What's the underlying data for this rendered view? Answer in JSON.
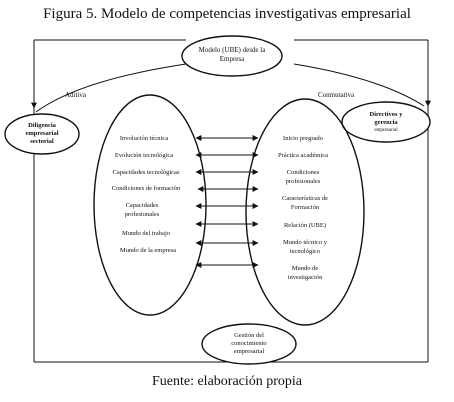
{
  "title": "Figura 5. Modelo de competencias investigativas empresarial",
  "top_node": [
    "Modelo (UBE) desde la",
    "Empresa"
  ],
  "left_node": [
    "Diligencia",
    "empresarial",
    "sectorial"
  ],
  "right_node": [
    "Directivos y",
    "gerencia",
    "empresarial"
  ],
  "bottom_node": [
    "Gestión del",
    "conocimiento",
    "empresarial"
  ],
  "label_left_arc": "Aditiva",
  "label_right_arc": "Conmutativa",
  "left_items": [
    [
      "Involución técnica"
    ],
    [
      "Evolución tecnológica"
    ],
    [
      "Capacidades tecnológicas"
    ],
    [
      "Condiciones de formación"
    ],
    [
      "Capacidades",
      "profesionales"
    ],
    [
      "Mundo del trabajo"
    ],
    [
      "Mundo de la empresa"
    ]
  ],
  "right_items": [
    [
      "Inicio pregrado"
    ],
    [
      "Práctica académica"
    ],
    [
      "Condiciones",
      "profesionales"
    ],
    [
      "Características de",
      "Formación"
    ],
    [
      "Relación (UBE)"
    ],
    [
      "Mundo técnico y",
      "tecnológico"
    ],
    [
      "Mundo de",
      "investigación"
    ]
  ],
  "footer": "Fuente: elaboración propia"
}
